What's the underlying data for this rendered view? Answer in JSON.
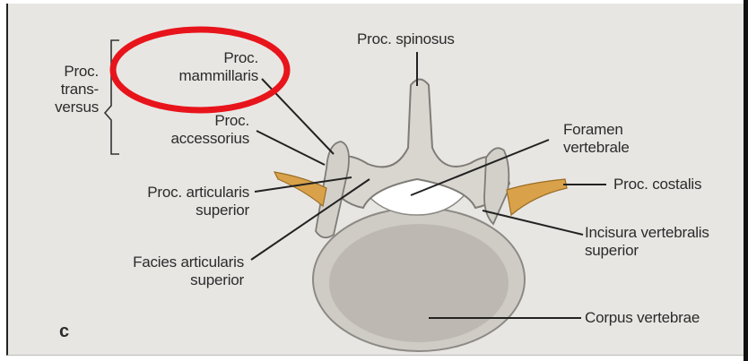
{
  "figure_letter": "c",
  "labels": {
    "proc_transversus": [
      "Proc.",
      "trans-",
      "versus"
    ],
    "proc_mammillaris": [
      "Proc.",
      "mammillaris"
    ],
    "proc_accessorius": [
      "Proc.",
      "accessorius"
    ],
    "proc_articularis_superior": [
      "Proc. articularis",
      "superior"
    ],
    "facies_articularis_superior": [
      "Facies articularis",
      "superior"
    ],
    "proc_spinosus": "Proc. spinosus",
    "foramen_vertebrale": [
      "Foramen",
      "vertebrale"
    ],
    "proc_costalis": "Proc. costalis",
    "incisura_vertebralis_superior": [
      "Incisura vertebralis",
      "superior"
    ],
    "corpus_vertebrae": "Corpus vertebrae"
  },
  "highlight": {
    "target": "proc_mammillaris",
    "color": "#e8141b"
  },
  "colors": {
    "bone": "#d9d6d0",
    "costal": "#d9a24a",
    "line": "#222222"
  }
}
